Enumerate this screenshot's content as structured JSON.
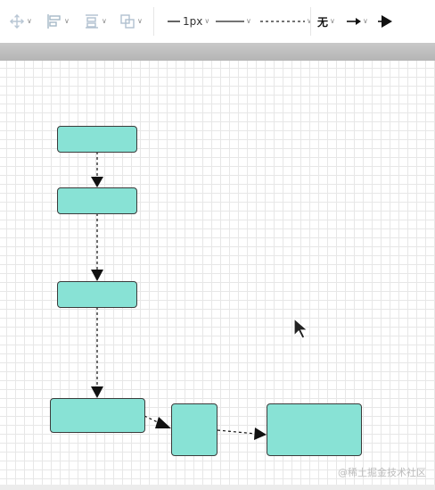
{
  "toolbar": {
    "line_width_label": "1px",
    "arrow_start_label": "无",
    "tools": [
      "move-tool",
      "align-tool",
      "distribute-tool",
      "arrange-tool",
      "line-width",
      "line-style-solid",
      "line-style-dashed",
      "arrow-start",
      "arrow-end",
      "arrow-end-filled"
    ]
  },
  "canvas": {
    "grid": true,
    "colors": {
      "node_fill": "#88e2d5",
      "node_border": "#3b3b3b",
      "edge": "#111111",
      "grid": "#e7e7e7"
    }
  },
  "watermark": "@稀土掘金技术社区"
}
